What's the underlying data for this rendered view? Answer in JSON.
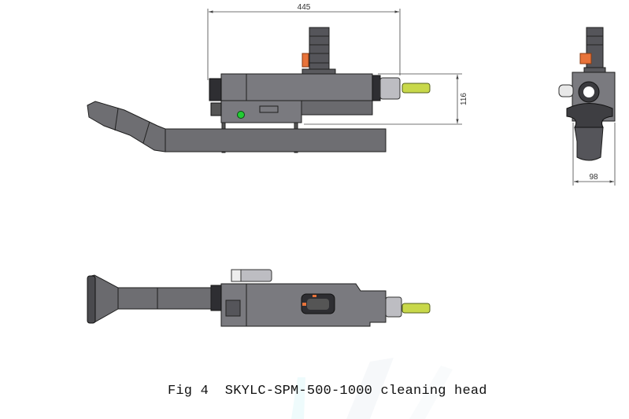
{
  "figure": {
    "caption": "Fig 4  SKYLC-SPM-500-1000 cleaning head",
    "dimensions": {
      "length": "445",
      "height": "116",
      "width": "98"
    }
  },
  "colors": {
    "body": "#6e6e72",
    "body_light": "#7d7d82",
    "outline": "#1e1e1e",
    "accent_orange": "#e8733a",
    "led_green": "#22cc33",
    "tip_yellow": "#c8d84a",
    "dimension_line": "#444444"
  }
}
